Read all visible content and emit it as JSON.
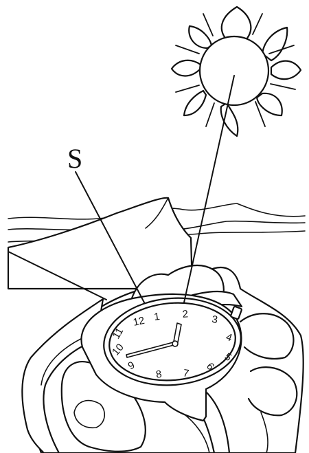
{
  "figure": {
    "label_s": "S"
  },
  "watch": {
    "numerals": [
      "12",
      "1",
      "2",
      "3",
      "4",
      "5",
      "6",
      "7",
      "8",
      "9",
      "10",
      "11"
    ]
  }
}
